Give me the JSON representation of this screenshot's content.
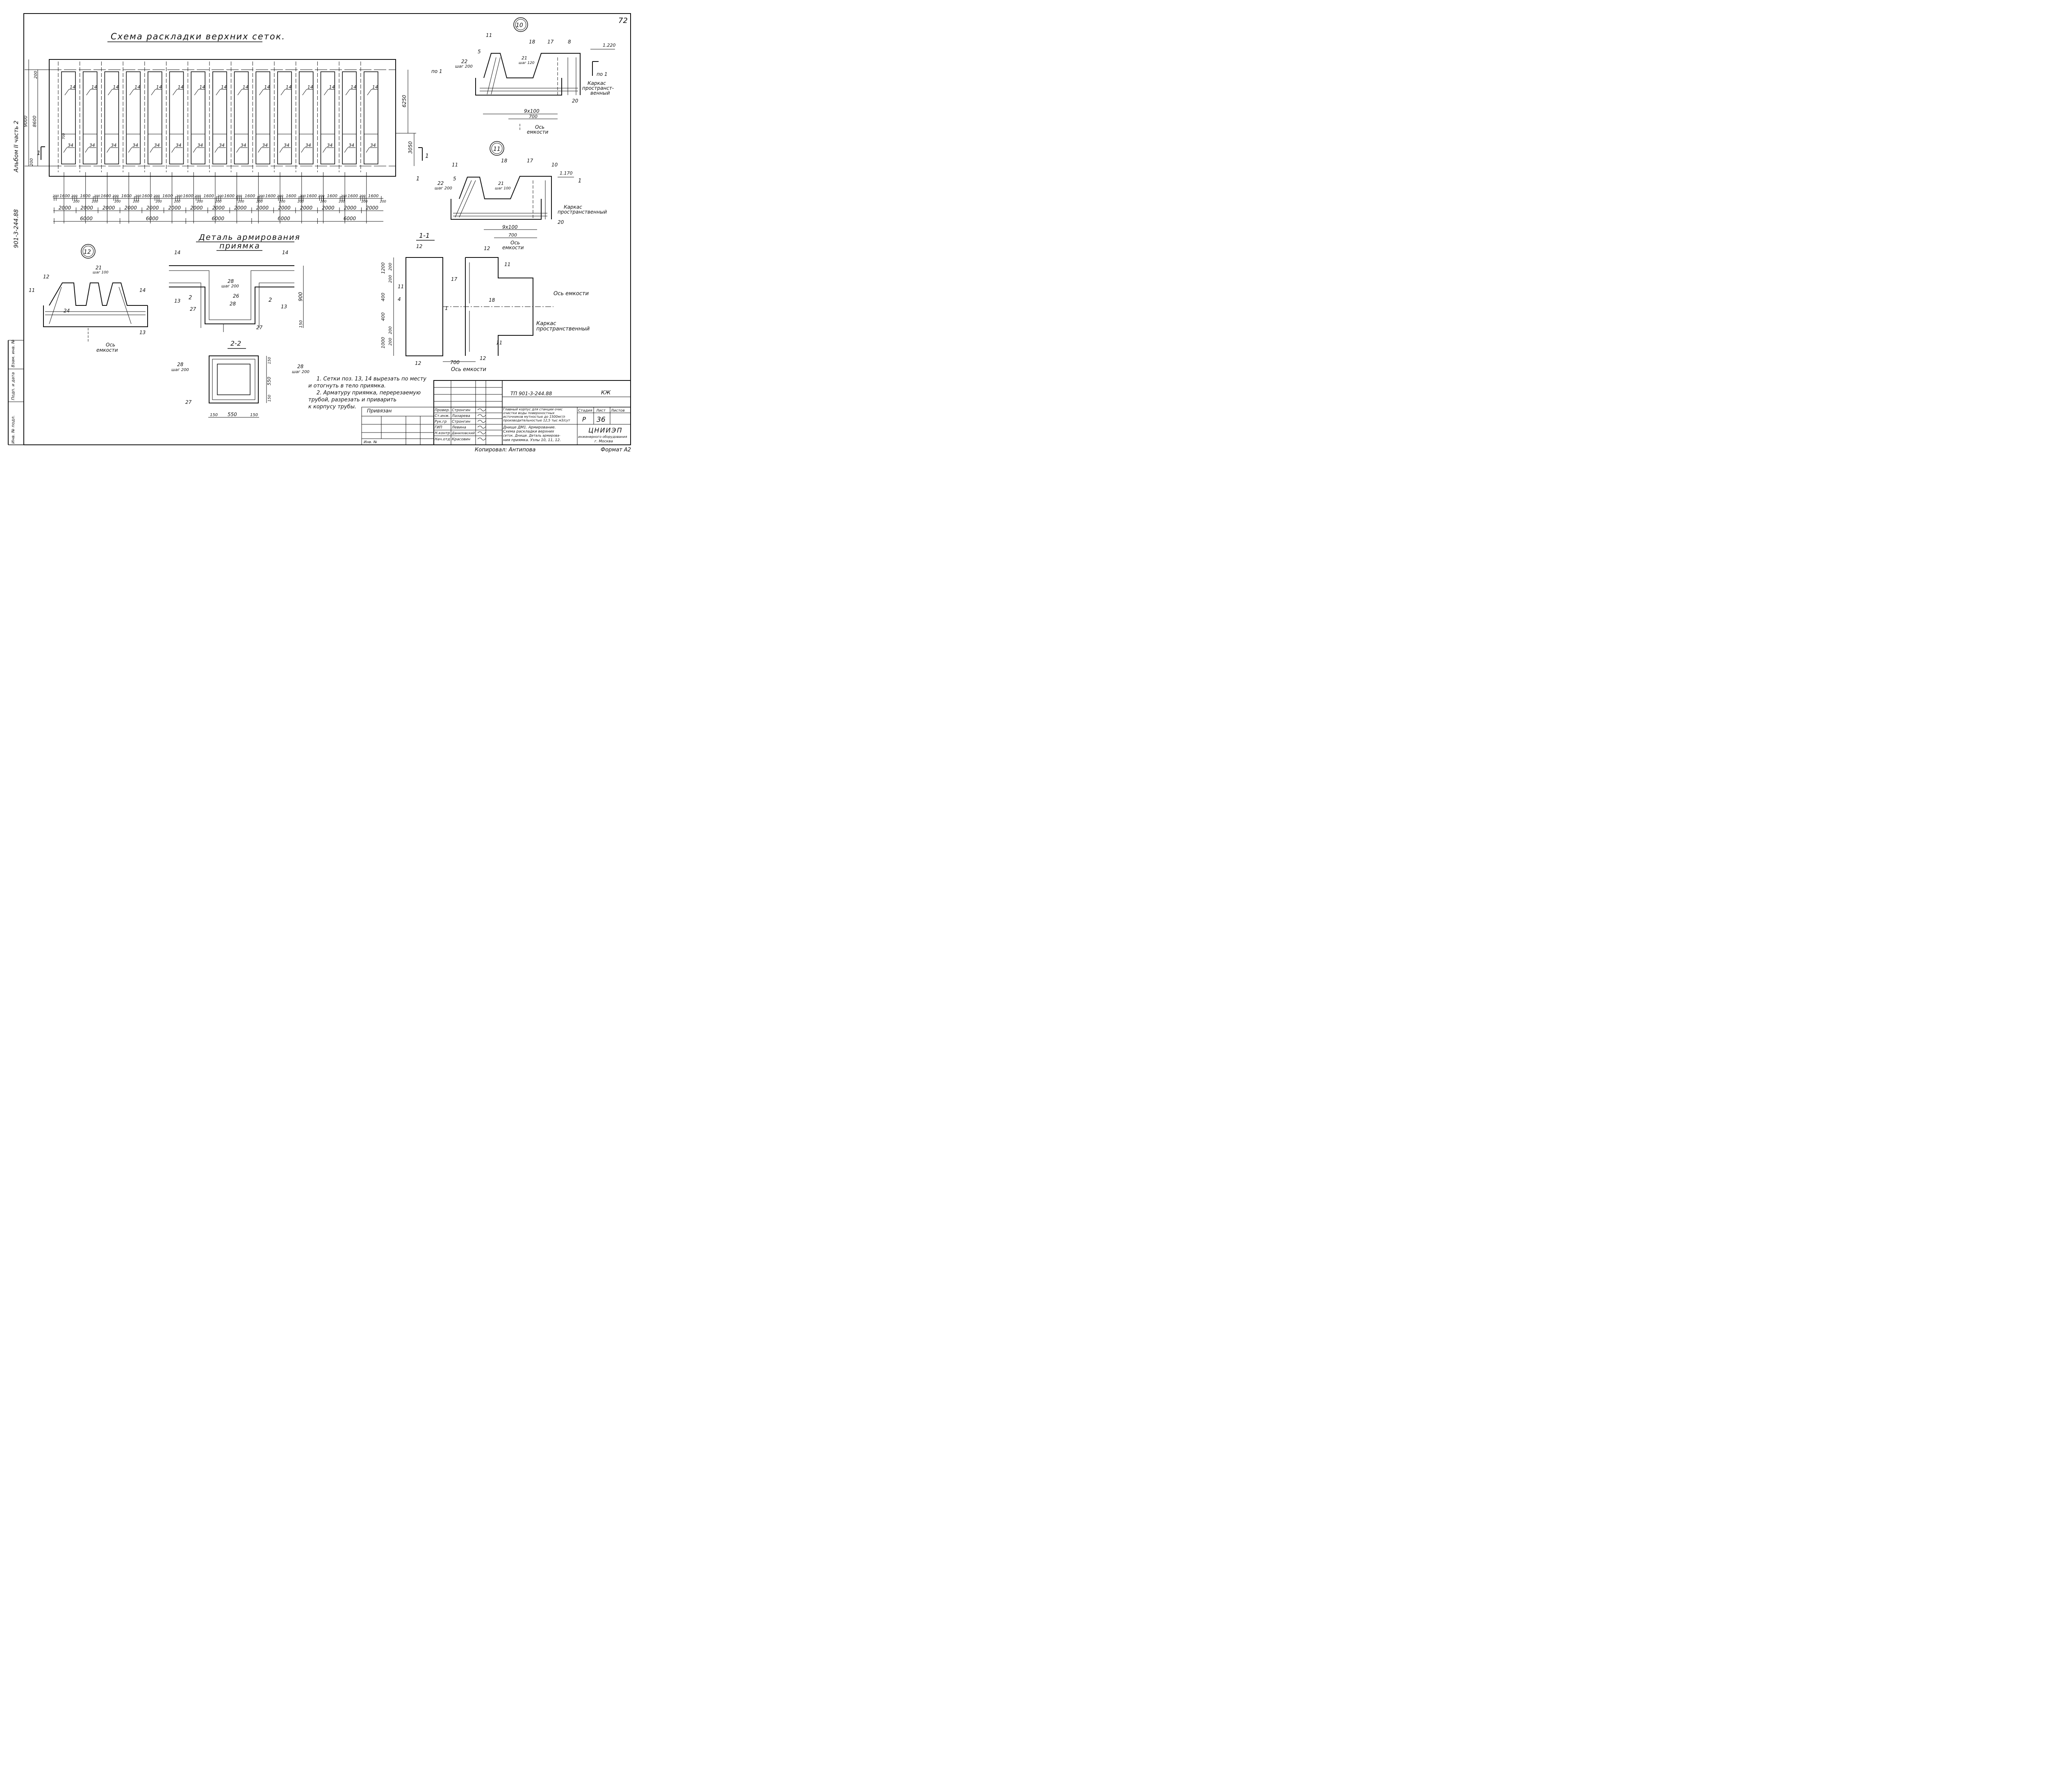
{
  "page_number": "72",
  "plan": {
    "title": "Схема раскладки верхних сеток.",
    "mesh_upper_label": "14",
    "mesh_lower_label": "34",
    "dim_left_total": "9000",
    "dim_left_inner": "8600",
    "dim_left_top": "200",
    "dim_left_bottom": "200",
    "dim_left_small": "700",
    "dim_right_upper": "6250",
    "dim_right_lower": "3050",
    "section_mark": "1",
    "bottom_chain1": [
      "200",
      "1600",
      "200",
      "200",
      "1600",
      "200",
      "200",
      "1600",
      "200",
      "200",
      "1600",
      "200",
      "200",
      "1600",
      "200",
      "200",
      "1600",
      "200",
      "200",
      "1600",
      "200",
      "200",
      "1600",
      "200",
      "200",
      "1600",
      "200",
      "200",
      "1600",
      "200",
      "200",
      "1600",
      "200",
      "200",
      "1600",
      "200",
      "200",
      "1600",
      "200",
      "200",
      "1600",
      "200",
      "200",
      "1600",
      "200",
      "200",
      "1600",
      "200"
    ],
    "bottom_chain2": [
      "2000",
      "2000",
      "2000",
      "2000",
      "2000",
      "2000",
      "2000",
      "2000",
      "2000",
      "2000",
      "2000",
      "2000",
      "2000",
      "2000",
      "2000"
    ],
    "bottom_chain3": [
      "6000",
      "6000",
      "6000",
      "6000",
      "6000"
    ]
  },
  "album_label": "Альбом II  часть 2",
  "project_code_side": "901-3-244.88",
  "node10": {
    "number": "10",
    "labels": [
      "11",
      "5",
      "22",
      "шаг 200",
      "21",
      "шаг 120",
      "18",
      "17",
      "8",
      "1.220",
      "по 1",
      "по 1",
      "Каркас",
      "пространст-",
      "венный",
      "20",
      "9x100",
      "700",
      "Ось",
      "емкости"
    ]
  },
  "node11": {
    "number": "11",
    "labels": [
      "11",
      "5",
      "22",
      "шаг 200",
      "21",
      "шаг 100",
      "18",
      "17",
      "10",
      "1.170",
      "1",
      "1",
      "Каркас",
      "пространственный",
      "20",
      "9x100",
      "700",
      "Ось",
      "емкости"
    ]
  },
  "node12": {
    "number": "12",
    "labels": [
      "12",
      "11",
      "21",
      "шаг 100",
      "14",
      "24",
      "13",
      "Ось",
      "емкости"
    ]
  },
  "pit_detail": {
    "title_line1": "Деталь армирования",
    "title_line2": "приямка",
    "labels": [
      "14",
      "14",
      "28",
      "шаг 200",
      "26",
      "28",
      "2",
      "2",
      "13",
      "13",
      "27",
      "27",
      "900",
      "150"
    ]
  },
  "section22": {
    "title": "2-2",
    "labels": [
      "28",
      "шаг 200",
      "28",
      "шаг 200",
      "27",
      "150",
      "550",
      "150",
      "150",
      "550",
      "150"
    ]
  },
  "section11": {
    "title": "1-1",
    "labels": [
      "12",
      "12",
      "11",
      "11",
      "17",
      "18",
      "4",
      "1",
      "Ось емкости",
      "Каркас",
      "пространственный",
      "11",
      "12",
      "12",
      "700",
      "Ось емкости",
      "1200",
      "200",
      "200",
      "400",
      "400",
      "1000",
      "200",
      "200"
    ]
  },
  "notes": [
    "1. Сетки поз. 13, 14 вырезать по месту",
    "и отогнуть в тело приямка.",
    "2. Арматуру приямка, перерезаемую",
    "трубой, разрезать и приварить",
    "к корпусу трубы."
  ],
  "title_block": {
    "code": "ТП 901-3-244.88",
    "mark": "КЖ",
    "privyazan": "Привязан",
    "inv_no": "Инв. №",
    "roles": [
      "Провер.",
      "Ст.инж.",
      "Рук.гр",
      "ГИП",
      "Н.контр",
      "Нач.отд"
    ],
    "names": [
      "Стронгин",
      "Лазарева",
      "Стронгин",
      "Левина",
      "Даниловский",
      "Красовин"
    ],
    "building_desc": [
      "Главный корпус для станции очис",
      "очистки воды поверхностных",
      "источников мутностью до 1500мг/л",
      "производительностью 12,5 тыс м3/сут"
    ],
    "sheet_desc": [
      "Днище ДМ1. Армирование.",
      "Схема раскладки верхних",
      "сеток. Днище. Деталь армирова-",
      "ния приямка. Узлы 10, 11, 12."
    ],
    "col_stage": "Стадия",
    "col_sheet": "Лист",
    "col_sheets": "Листов",
    "stage": "Р",
    "sheet": "36",
    "org": "ЦНИИЭП",
    "org_line2": "инженерного оборудования",
    "org_line3": "г. Москва"
  },
  "left_stamp": [
    "Инв. № подл.",
    "Подп. и дата",
    "Взам. инв. №"
  ],
  "copied_by": "Копировал: Антипова",
  "format": "Формат А2"
}
